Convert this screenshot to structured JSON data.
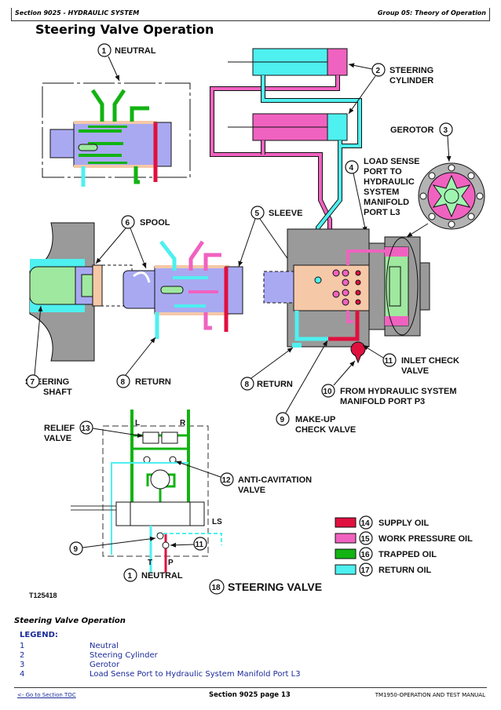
{
  "header": {
    "section": "Section 9025 - HYDRAULIC SYSTEM",
    "group": "Group 05: Theory of Operation"
  },
  "page_title": "Steering Valve Operation",
  "figure": {
    "id": "T125418",
    "callouts": [
      {
        "num": "1",
        "label": "NEUTRAL"
      },
      {
        "num": "2",
        "label": "STEERING CYLINDER"
      },
      {
        "num": "3",
        "label": "GEROTOR"
      },
      {
        "num": "4",
        "label": "LOAD SENSE PORT TO HYDRAULIC SYSTEM MANIFOLD PORT L3"
      },
      {
        "num": "5",
        "label": "SLEEVE"
      },
      {
        "num": "6",
        "label": "SPOOL"
      },
      {
        "num": "7",
        "label": "STEERING SHAFT"
      },
      {
        "num": "8",
        "label": "RETURN"
      },
      {
        "num": "9",
        "label": "MAKE-UP CHECK VALVE"
      },
      {
        "num": "10",
        "label": "FROM HYDRAULIC SYSTEM MANIFOLD PORT P3"
      },
      {
        "num": "11",
        "label": "INLET CHECK VALVE"
      },
      {
        "num": "12",
        "label": "ANTI-CAVITATION VALVE"
      },
      {
        "num": "13",
        "label": "RELIEF VALVE"
      },
      {
        "num": "18",
        "label": "STEERING VALVE"
      }
    ],
    "label_lines": {
      "neutral": "NEUTRAL",
      "steering": "STEERING",
      "cylinder": "CYLINDER",
      "gerotor": "GEROTOR",
      "ls1": "LOAD SENSE",
      "ls2": "PORT TO",
      "ls3": "HYDRAULIC",
      "ls4": "SYSTEM",
      "ls5": "MANIFOLD",
      "ls6": "PORT L3",
      "sleeve": "SLEEVE",
      "spool": "SPOOL",
      "shaft1": "STEERING",
      "shaft2": "SHAFT",
      "return": "RETURN",
      "inlet1": "INLET CHECK",
      "inlet2": "VALVE",
      "from1": "FROM HYDRAULIC SYSTEM",
      "from2": "MANIFOLD PORT P3",
      "makeup1": "MAKE-UP",
      "makeup2": "CHECK VALVE",
      "relief1": "RELIEF",
      "relief2": "VALVE",
      "anti1": "ANTI-CAVITATION",
      "anti2": "VALVE",
      "steering_valve": "STEERING VALVE",
      "port_L": "L",
      "port_R": "R",
      "port_T": "T",
      "port_P": "P",
      "port_LS": "LS"
    },
    "oil_legend": [
      {
        "num": "14",
        "label": "SUPPLY OIL",
        "color": "#e0103f"
      },
      {
        "num": "15",
        "label": "WORK PRESSURE OIL",
        "color": "#f062c0"
      },
      {
        "num": "16",
        "label": "TRAPPED OIL",
        "color": "#12b312"
      },
      {
        "num": "17",
        "label": "RETURN OIL",
        "color": "#4ef0f0"
      }
    ]
  },
  "caption": "Steering Valve Operation",
  "legend": {
    "heading": "LEGEND:",
    "items": [
      {
        "num": "1",
        "text": "Neutral"
      },
      {
        "num": "2",
        "text": "Steering Cylinder"
      },
      {
        "num": "3",
        "text": "Gerotor"
      },
      {
        "num": "4",
        "text": "Load Sense Port to Hydraulic System Manifold Port L3"
      }
    ]
  },
  "footer": {
    "toc_link": "<- Go to Section TOC",
    "page": "Section 9025 page 13",
    "manual": "TM1950-OPERATION AND TEST MANUAL"
  },
  "colors": {
    "supply": "#e0103f",
    "work": "#f062c0",
    "trapped": "#12b312",
    "return": "#4ef0f0",
    "housing": "#9a9a9a",
    "spool": "#a9a9f2",
    "sleeve": "#f5c8a8",
    "legend_text": "#1a2a9a"
  }
}
